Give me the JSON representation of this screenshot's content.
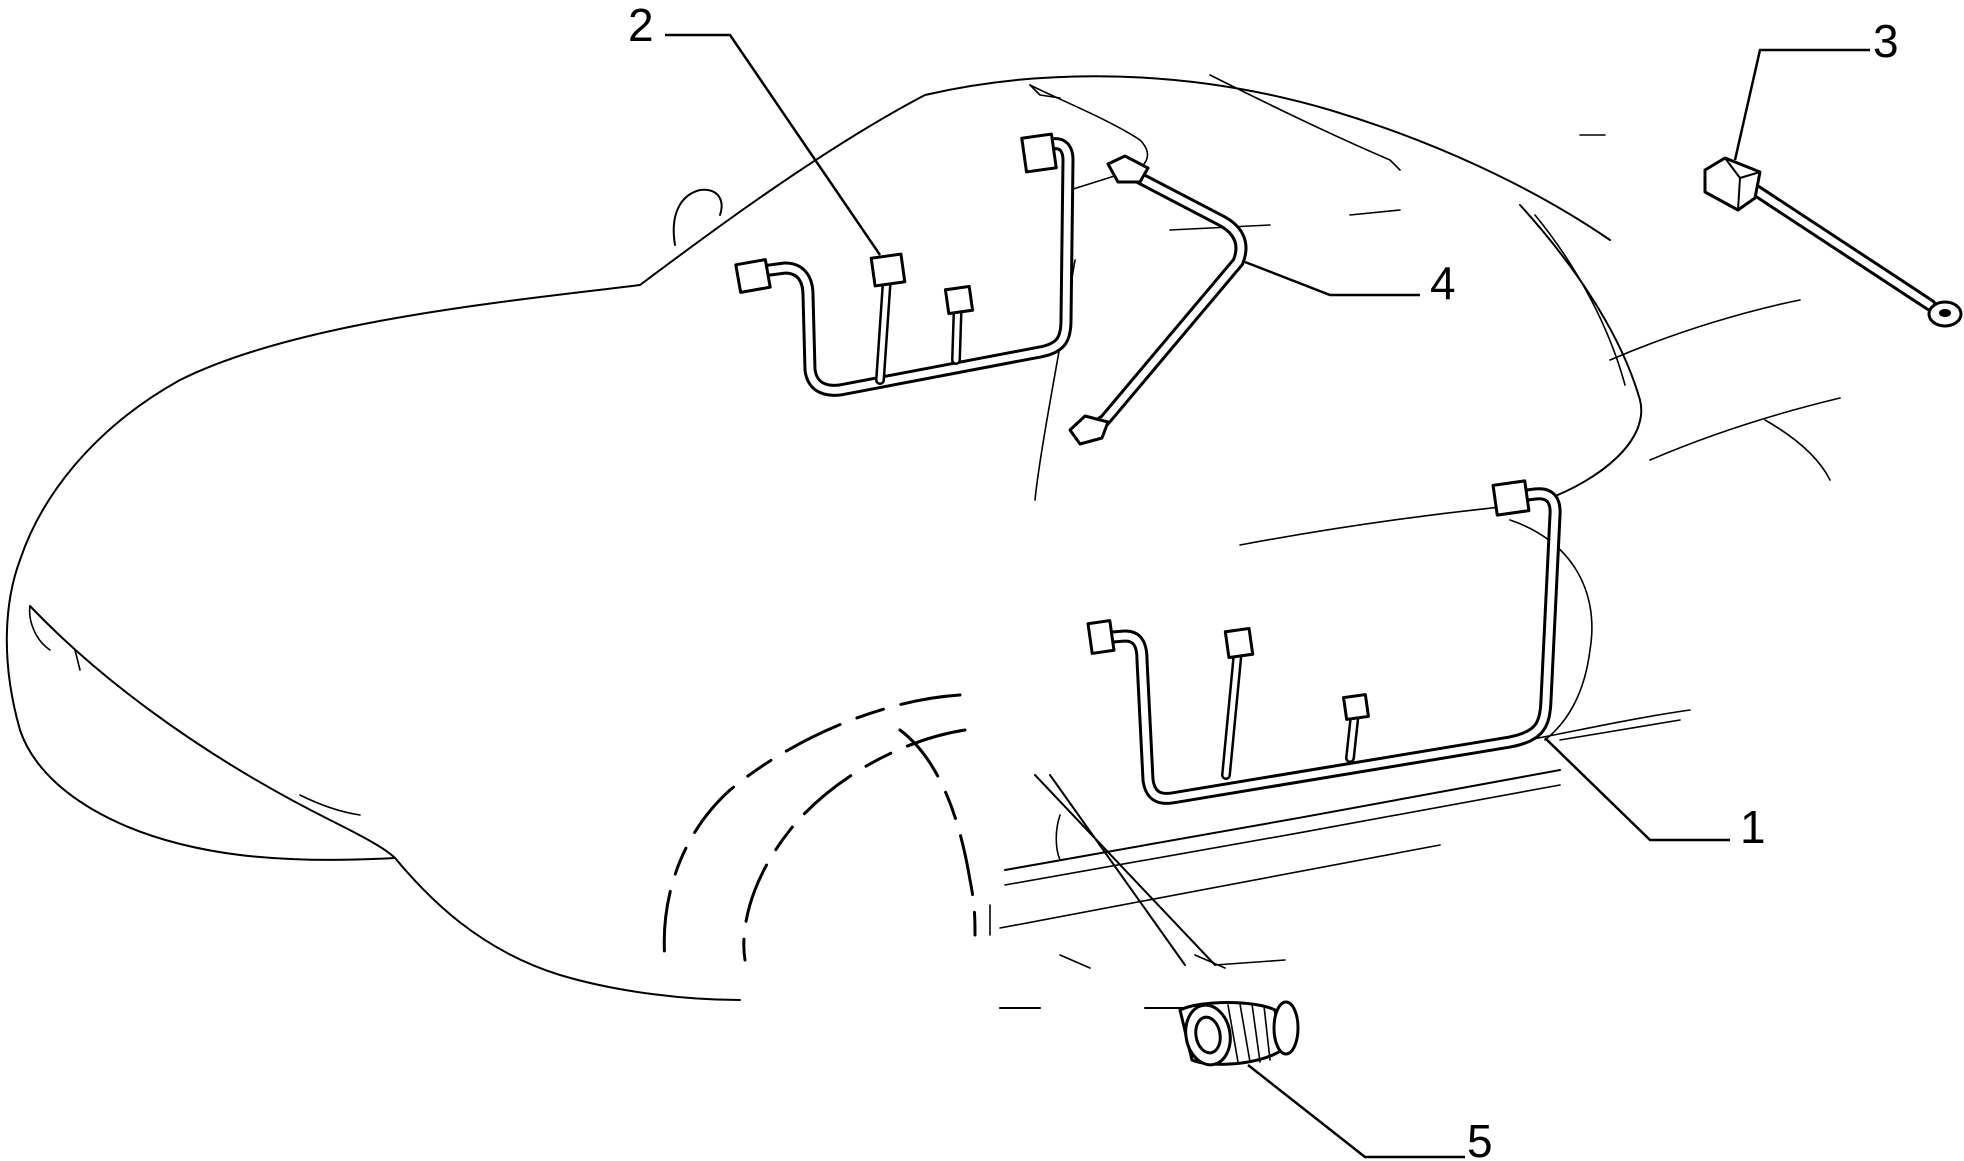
{
  "diagram": {
    "callouts": [
      {
        "id": "1",
        "text": "1"
      },
      {
        "id": "2",
        "text": "2"
      },
      {
        "id": "3",
        "text": "3"
      },
      {
        "id": "4",
        "text": "4"
      },
      {
        "id": "5",
        "text": "5"
      }
    ],
    "parts": [
      {
        "callout": "1",
        "icon": "door-wiring-harness-icon"
      },
      {
        "callout": "2",
        "icon": "door-wiring-harness-icon"
      },
      {
        "callout": "3",
        "icon": "ground-lead-connector-icon"
      },
      {
        "callout": "4",
        "icon": "jumper-cable-icon"
      },
      {
        "callout": "5",
        "icon": "cable-grommet-icon"
      }
    ],
    "colors": {
      "line": "#000000",
      "background": "#ffffff"
    }
  }
}
